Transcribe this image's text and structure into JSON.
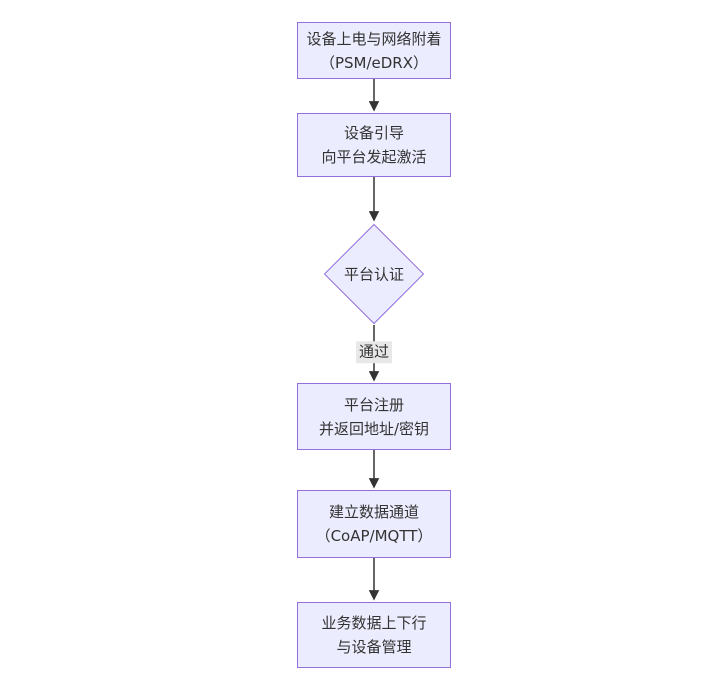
{
  "diagram": {
    "type": "flowchart-vertical",
    "colors": {
      "canvas_bg": "#ffffff",
      "node_fill": "#ECECFF",
      "node_border": "#9370DB",
      "text_color": "#333333",
      "arrow_color": "#333333",
      "edge_label_bg": "#e8e8e8"
    },
    "nodes": [
      {
        "id": "power-attach",
        "shape": "rect",
        "lines": [
          "设备上电与网络附着",
          "（PSM/eDRX）"
        ]
      },
      {
        "id": "bootstrap",
        "shape": "rect",
        "lines": [
          "设备引导",
          "向平台发起激活"
        ]
      },
      {
        "id": "platform-auth",
        "shape": "diamond",
        "lines": [
          "平台认证"
        ]
      },
      {
        "id": "platform-register",
        "shape": "rect",
        "lines": [
          "平台注册",
          "并返回地址/密钥"
        ]
      },
      {
        "id": "data-channel",
        "shape": "rect",
        "lines": [
          "建立数据通道",
          "（CoAP/MQTT）"
        ]
      },
      {
        "id": "business-data",
        "shape": "rect",
        "lines": [
          "业务数据上下行",
          "与设备管理"
        ]
      }
    ],
    "edges": [
      {
        "from": "power-attach",
        "to": "bootstrap"
      },
      {
        "from": "bootstrap",
        "to": "platform-auth"
      },
      {
        "from": "platform-auth",
        "to": "platform-register",
        "label": "通过"
      },
      {
        "from": "platform-register",
        "to": "data-channel"
      },
      {
        "from": "data-channel",
        "to": "business-data"
      }
    ]
  }
}
